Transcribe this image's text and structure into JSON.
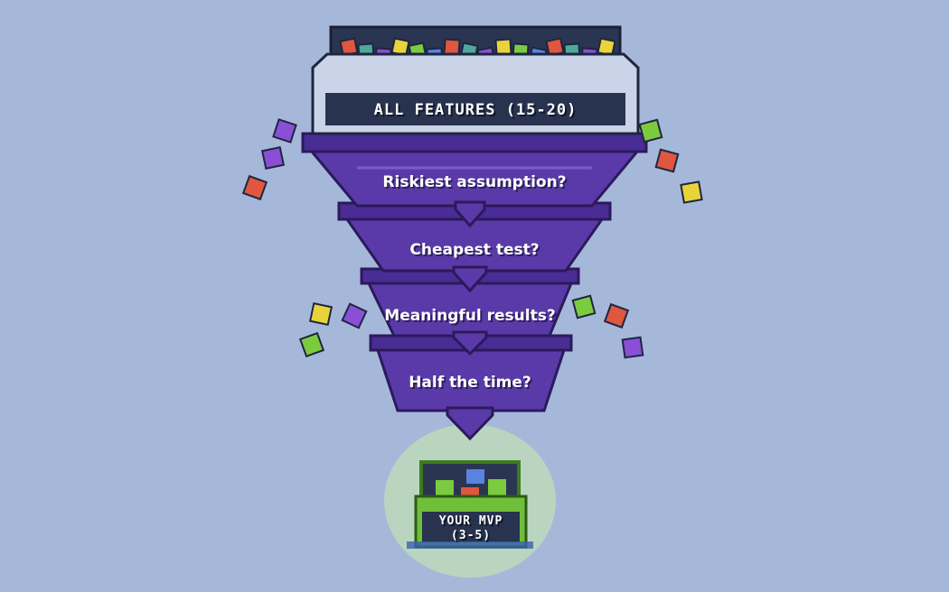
{
  "top_box": {
    "label": "ALL FEATURES (15-20)"
  },
  "stages": [
    {
      "label": "Riskiest assumption?"
    },
    {
      "label": "Cheapest test?"
    },
    {
      "label": "Meaningful results?"
    },
    {
      "label": "Half the time?"
    }
  ],
  "result_box": {
    "label_line1": "YOUR MVP",
    "label_line2": "(3-5)"
  },
  "colors": {
    "background": "#a6b8da",
    "funnel": "#5a3aa8",
    "funnel_dark": "#3b2378",
    "box_frame": "#c9d4e8",
    "label_band": "#27334f",
    "mvp_green": "#6fbf3a",
    "glow": "#c8f08a",
    "blocks": [
      "#e0563e",
      "#5a82e0",
      "#7ccb3e",
      "#e8d43a",
      "#8a4fd6",
      "#4fa89a"
    ]
  }
}
